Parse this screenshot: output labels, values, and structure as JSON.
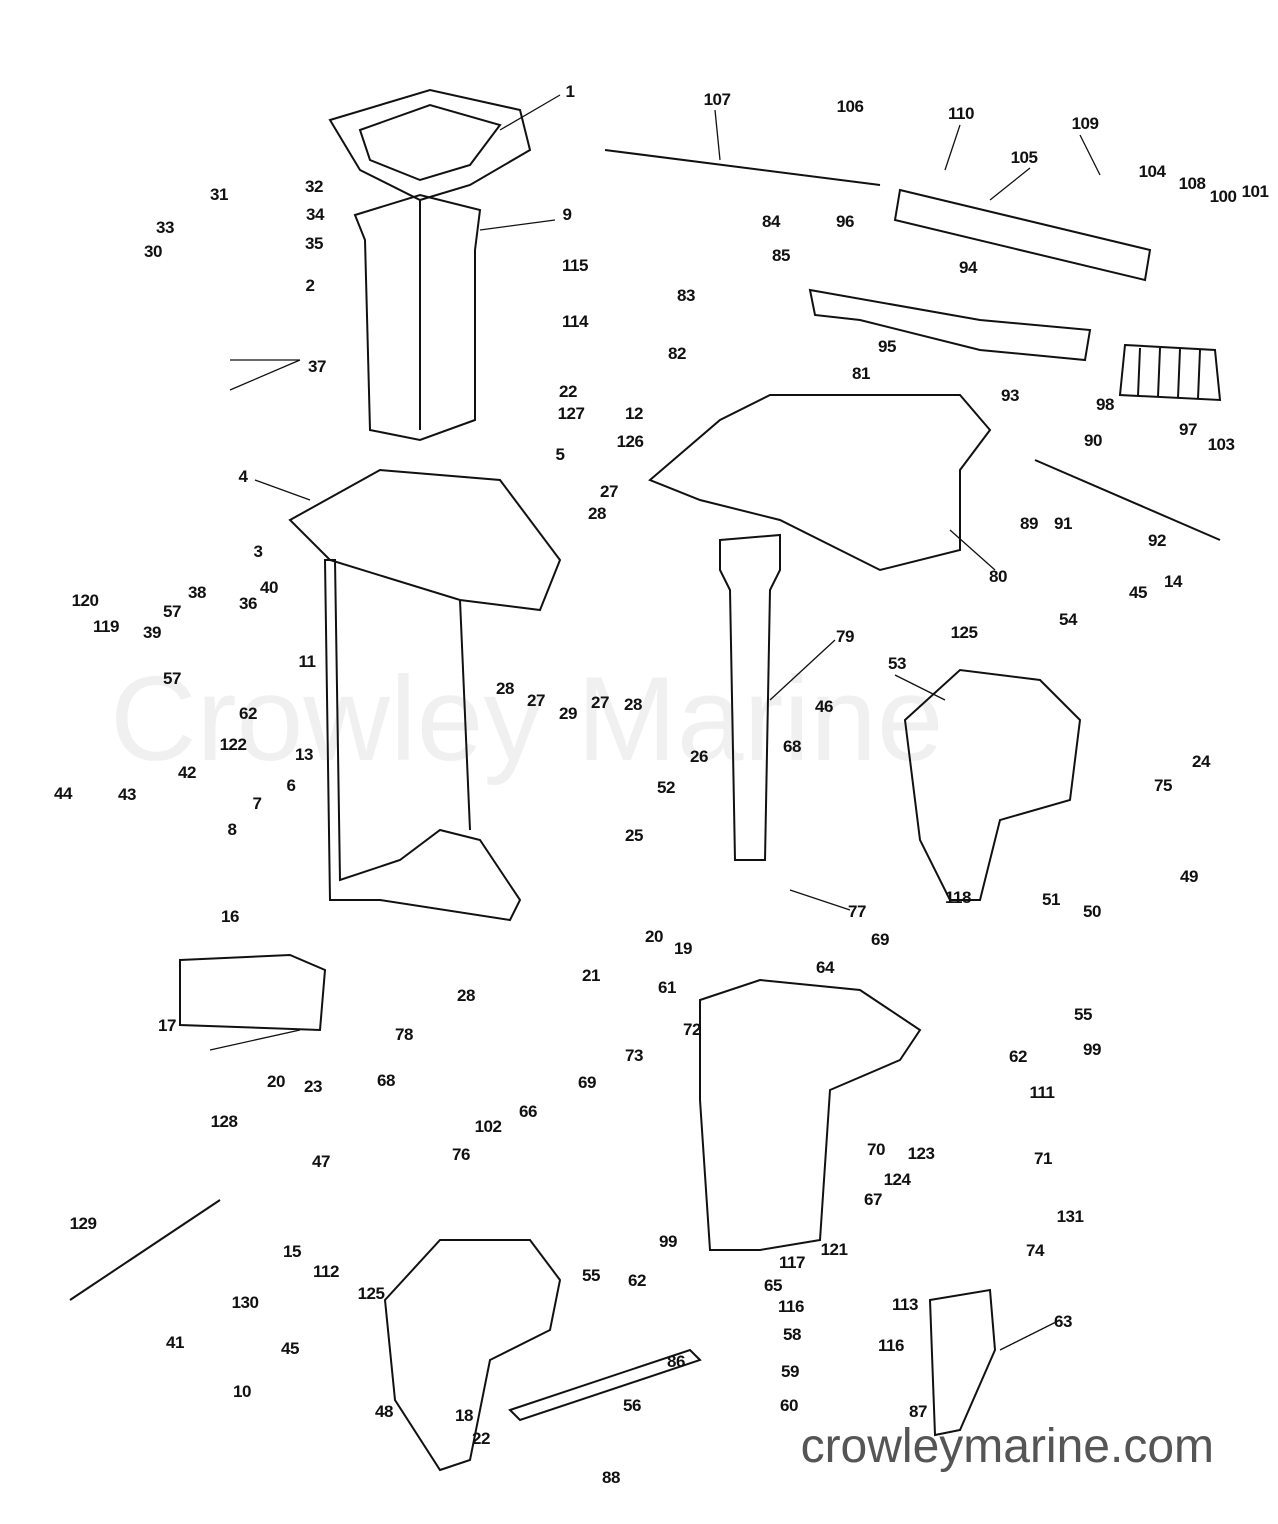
{
  "diagram": {
    "watermark": "Crowley Marine",
    "site_url": "crowleymarine.com",
    "part_labels": [
      "1",
      "107",
      "106",
      "110",
      "109",
      "105",
      "104",
      "108",
      "100",
      "101",
      "31",
      "32",
      "33",
      "34",
      "30",
      "35",
      "9",
      "84",
      "96",
      "85",
      "94",
      "115",
      "2",
      "83",
      "95",
      "114",
      "37",
      "82",
      "81",
      "93",
      "98",
      "97",
      "103",
      "22",
      "127",
      "12",
      "126",
      "5",
      "90",
      "4",
      "27",
      "28",
      "89",
      "91",
      "92",
      "80",
      "3",
      "36",
      "40",
      "38",
      "57",
      "120",
      "119",
      "39",
      "57",
      "62",
      "11",
      "28",
      "27",
      "29",
      "27",
      "28",
      "79",
      "125",
      "45",
      "14",
      "54",
      "53",
      "122",
      "42",
      "44",
      "43",
      "13",
      "26",
      "52",
      "25",
      "46",
      "68",
      "75",
      "24",
      "6",
      "7",
      "8",
      "51",
      "50",
      "49",
      "77",
      "21",
      "20",
      "19",
      "16",
      "28",
      "118",
      "69",
      "64",
      "55",
      "17",
      "78",
      "20",
      "23",
      "61",
      "99",
      "72",
      "73",
      "62",
      "111",
      "69",
      "68",
      "66",
      "102",
      "76",
      "128",
      "47",
      "70",
      "123",
      "124",
      "71",
      "67",
      "131",
      "74",
      "129",
      "112",
      "15",
      "55",
      "99",
      "117",
      "121",
      "62",
      "65",
      "116",
      "130",
      "125",
      "41",
      "45",
      "58",
      "113",
      "116",
      "63",
      "59",
      "86",
      "10",
      "48",
      "18",
      "60",
      "87",
      "56",
      "22",
      "88"
    ]
  }
}
